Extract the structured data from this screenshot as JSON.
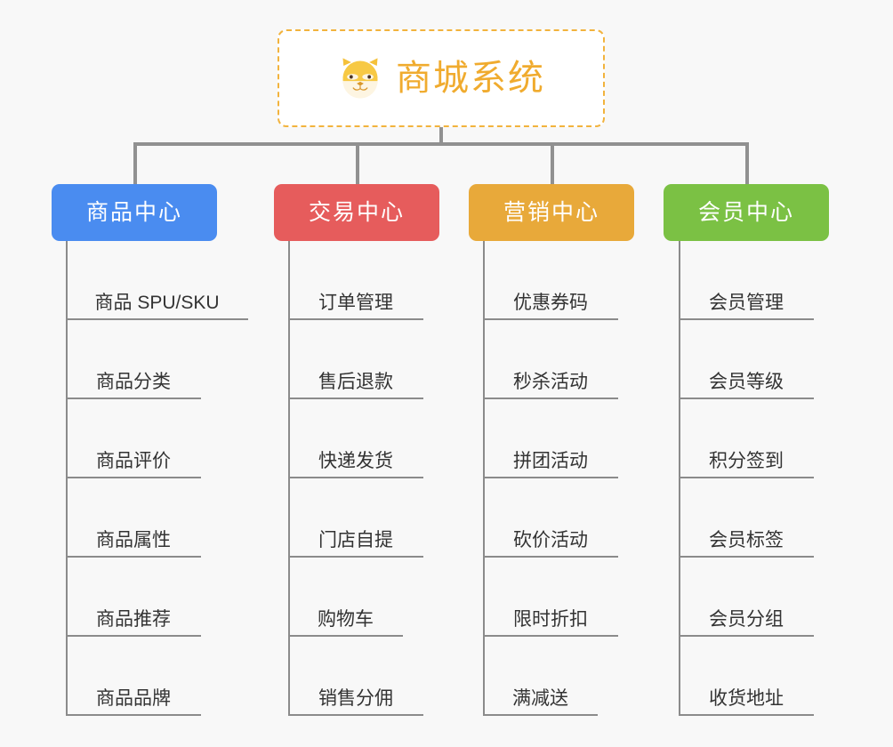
{
  "diagram": {
    "background_color": "#f8f8f8",
    "connector_color": "#919191",
    "leaf_line_color": "#8b8b8b",
    "root": {
      "title": "商城系统",
      "icon": "shiba-dog-icon",
      "text_color": "#f0ab2e",
      "border_color": "#f2b33d",
      "background_color": "#ffffff"
    },
    "columns": [
      {
        "label": "商品中心",
        "color": "#4a8cf0",
        "items": [
          "商品 SPU/SKU",
          "商品分类",
          "商品评价",
          "商品属性",
          "商品推荐",
          "商品品牌"
        ]
      },
      {
        "label": "交易中心",
        "color": "#e65c5c",
        "items": [
          "订单管理",
          "售后退款",
          "快递发货",
          "门店自提",
          "购物车",
          "销售分佣"
        ]
      },
      {
        "label": "营销中心",
        "color": "#e8a93a",
        "items": [
          "优惠券码",
          "秒杀活动",
          "拼团活动",
          "砍价活动",
          "限时折扣",
          "满减送"
        ]
      },
      {
        "label": "会员中心",
        "color": "#7bc144",
        "items": [
          "会员管理",
          "会员等级",
          "积分签到",
          "会员标签",
          "会员分组",
          "收货地址"
        ]
      }
    ]
  }
}
